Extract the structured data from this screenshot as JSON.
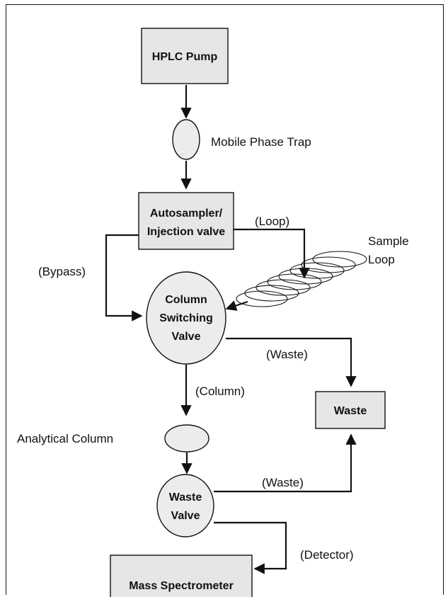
{
  "nodes": {
    "hplc_pump": "HPLC Pump",
    "mobile_phase_trap": "Mobile Phase Trap",
    "autosampler_line1": "Autosampler/",
    "autosampler_line2": "Injection valve",
    "sample_loop_line1": "Sample",
    "sample_loop_line2": "Loop",
    "column_switching_line1": "Column",
    "column_switching_line2": "Switching",
    "column_switching_line3": "Valve",
    "waste": "Waste",
    "analytical_column": "Analytical Column",
    "waste_valve_line1": "Waste",
    "waste_valve_line2": "Valve",
    "mass_spectrometer": "Mass Spectrometer"
  },
  "edges": {
    "loop": "(Loop)",
    "bypass": "(Bypass)",
    "waste_top": "(Waste)",
    "column": "(Column)",
    "waste_bottom": "(Waste)",
    "detector": "(Detector)"
  }
}
